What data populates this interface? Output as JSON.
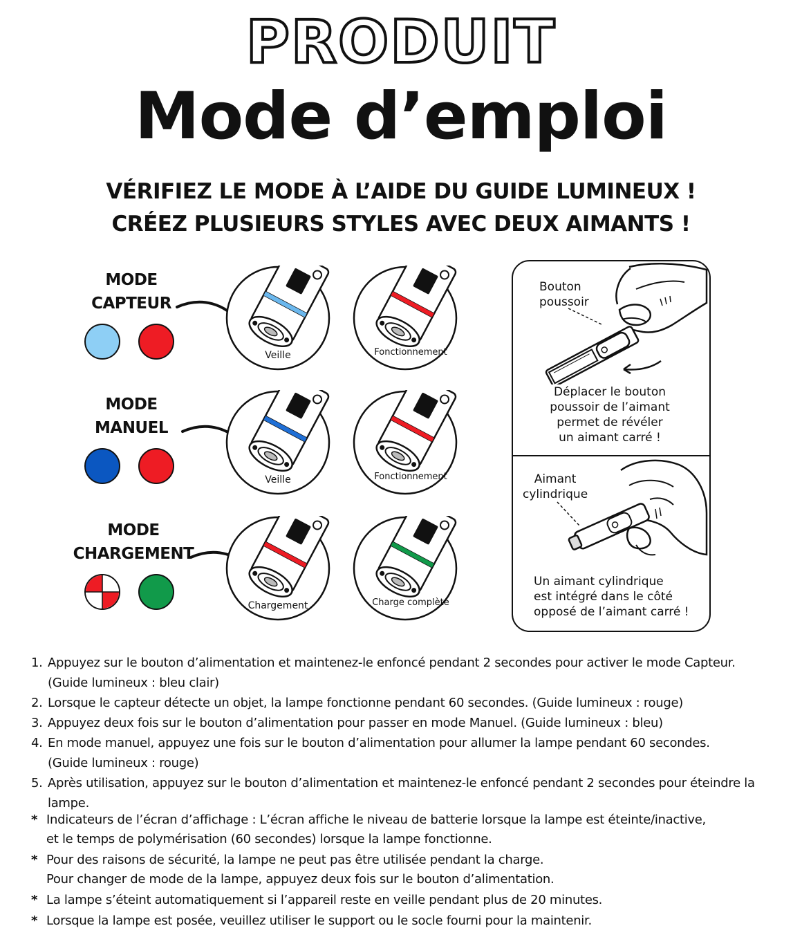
{
  "header": {
    "title_outline": "PRODUIT",
    "title_main": "Mode d’emploi",
    "tagline_1": "VÉRIFIEZ LE MODE À L’AIDE DU GUIDE LUMINEUX !",
    "tagline_2": "CRÉEZ PLUSIEURS STYLES AVEC DEUX AIMANTS !"
  },
  "modes": [
    {
      "line1": "MODE",
      "line2": "CAPTEUR",
      "colors": [
        "#8ecff5",
        "#ee1c24"
      ],
      "lamps": [
        {
          "label": "Veille",
          "ring": "#6bb8ee"
        },
        {
          "label": "Fonctionnement",
          "ring": "#ee1c24"
        }
      ]
    },
    {
      "line1": "MODE",
      "line2": "MANUEL",
      "colors": [
        "#0b57c1",
        "#ee1c24"
      ],
      "lamps": [
        {
          "label": "Veille",
          "ring": "#1f6fd6"
        },
        {
          "label": "Fonctionnement",
          "ring": "#ee1c24"
        }
      ]
    },
    {
      "line1": "MODE",
      "line2": "CHARGEMENT",
      "colors": [
        "checker-red-white",
        "#119a4a"
      ],
      "lamps": [
        {
          "label": "Chargement",
          "ring": "#ee1c24"
        },
        {
          "label": "Charge complète",
          "ring": "#119a4a"
        }
      ]
    }
  ],
  "panel": {
    "push_button_label": "Bouton\npoussoir",
    "push_button_text": "Déplacer le bouton\npoussoir de l’aimant\npermet de révéler\nun aimant carré !",
    "cylinder_label": "Aimant\ncylindrique",
    "cylinder_text": "Un aimant cylindrique\nest intégré dans le côté\nopposé de l’aimant carré !"
  },
  "steps": [
    {
      "num": "1.",
      "text": "Appuyez sur le bouton d’alimentation et maintenez-le enfoncé pendant 2 secondes pour activer le mode Capteur.",
      "text2": "(Guide lumineux : bleu clair)"
    },
    {
      "num": "2.",
      "text": "Lorsque le capteur détecte un objet, la lampe fonctionne pendant 60 secondes. (Guide lumineux : rouge)",
      "text2": ""
    },
    {
      "num": "3.",
      "text": "Appuyez deux fois sur le bouton d’alimentation pour passer en mode Manuel. (Guide lumineux : bleu)",
      "text2": ""
    },
    {
      "num": "4.",
      "text": "En mode manuel, appuyez une fois sur le bouton d’alimentation pour allumer la lampe pendant 60 secondes.",
      "text2": "(Guide lumineux : rouge)"
    },
    {
      "num": "5.",
      "text": "Après utilisation, appuyez sur le bouton d’alimentation et maintenez-le enfoncé pendant 2 secondes pour éteindre la lampe.",
      "text2": ""
    }
  ],
  "notes": [
    {
      "star": "*",
      "text": "Indicateurs de l’écran d’affichage : L’écran affiche le niveau de batterie lorsque la lampe est éteinte/inactive,",
      "text2": "et le temps de polymérisation (60 secondes) lorsque la lampe fonctionne."
    },
    {
      "star": "*",
      "text": "Pour des raisons de sécurité, la lampe ne peut pas être utilisée pendant la charge.",
      "text2": "Pour changer de mode de la lampe, appuyez deux fois sur le bouton d’alimentation."
    },
    {
      "star": "*",
      "text": "La lampe s’éteint automatiquement si l’appareil reste en veille pendant plus de 20 minutes.",
      "text2": ""
    },
    {
      "star": "*",
      "text": "Lorsque la lampe est posée, veuillez utiliser le support ou le socle fourni pour la maintenir.",
      "text2": ""
    }
  ]
}
